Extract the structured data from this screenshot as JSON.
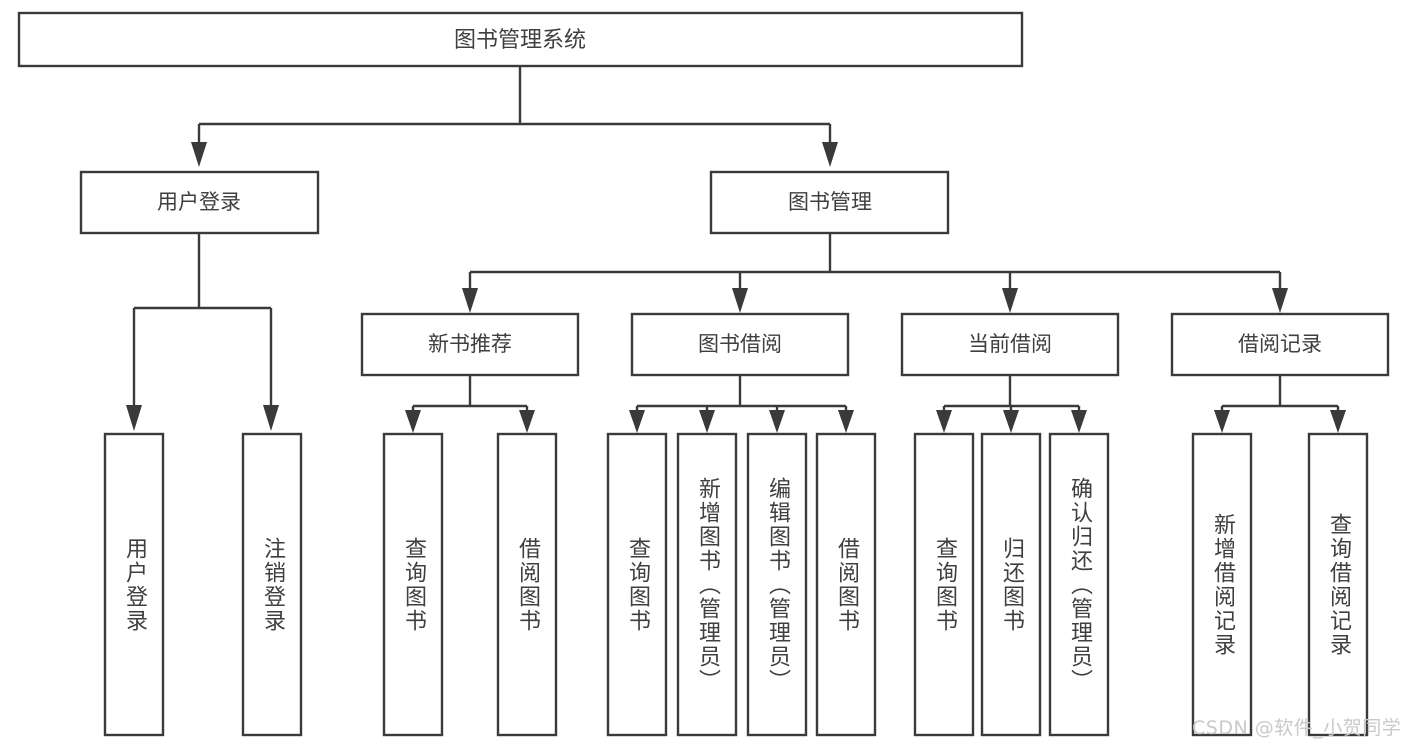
{
  "diagram": {
    "type": "tree-hierarchy",
    "title_node": {
      "id": "root",
      "label": "图书管理系统"
    },
    "level1": [
      {
        "id": "user-login",
        "label": "用户登录"
      },
      {
        "id": "book-manage",
        "label": "图书管理"
      }
    ],
    "level2": [
      {
        "id": "new-book-recommend",
        "label": "新书推荐",
        "parent": "book-manage"
      },
      {
        "id": "book-borrow",
        "label": "图书借阅",
        "parent": "book-manage"
      },
      {
        "id": "current-borrow",
        "label": "当前借阅",
        "parent": "book-manage"
      },
      {
        "id": "borrow-record",
        "label": "借阅记录",
        "parent": "book-manage"
      }
    ],
    "leaves": [
      {
        "id": "leaf-user-login",
        "label": "用户登录",
        "parent": "user-login"
      },
      {
        "id": "leaf-logout-login",
        "label": "注销登录",
        "parent": "user-login"
      },
      {
        "id": "leaf-query-book-1",
        "label": "查询图书",
        "parent": "new-book-recommend"
      },
      {
        "id": "leaf-borrow-book-1",
        "label": "借阅图书",
        "parent": "new-book-recommend"
      },
      {
        "id": "leaf-query-book-2",
        "label": "查询图书",
        "parent": "book-borrow"
      },
      {
        "id": "leaf-add-book",
        "label": "新增图书（管理员）",
        "parent": "book-borrow"
      },
      {
        "id": "leaf-edit-book",
        "label": "编辑图书（管理员）",
        "parent": "book-borrow"
      },
      {
        "id": "leaf-borrow-book-2",
        "label": "借阅图书",
        "parent": "book-borrow"
      },
      {
        "id": "leaf-query-book-3",
        "label": "查询图书",
        "parent": "current-borrow"
      },
      {
        "id": "leaf-return-book",
        "label": "归还图书",
        "parent": "current-borrow"
      },
      {
        "id": "leaf-confirm-return",
        "label": "确认归还（管理员）",
        "parent": "current-borrow"
      },
      {
        "id": "leaf-add-record",
        "label": "新增借阅记录",
        "parent": "borrow-record"
      },
      {
        "id": "leaf-query-record",
        "label": "查询借阅记录",
        "parent": "borrow-record"
      }
    ],
    "colors": {
      "stroke": "#3a3a3a",
      "text": "#3f3f3f",
      "background": "#ffffff",
      "watermark": "#c9c9c9"
    }
  },
  "watermark": {
    "text": "CSDN @软件_小贺同学"
  }
}
